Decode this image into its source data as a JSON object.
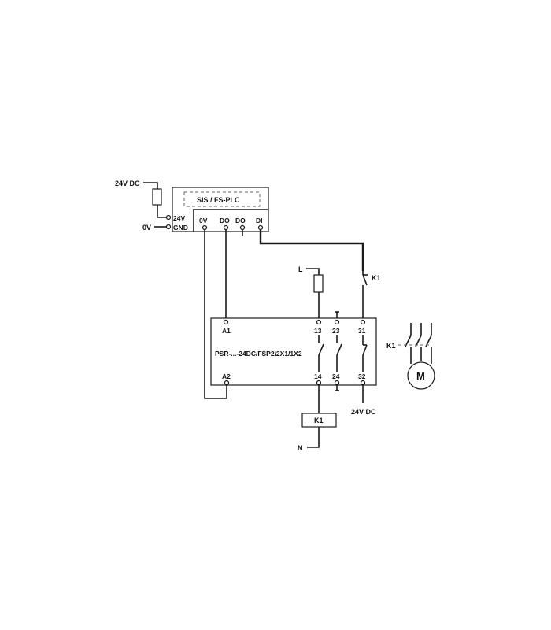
{
  "labels": {
    "supply_24v_dc": "24V DC",
    "supply_0v": "0V",
    "plc_title": "SIS / FS-PLC",
    "plc_24v": "24V",
    "plc_gnd": "GND",
    "plc_0v": "0V",
    "plc_do1": "DO",
    "plc_do2": "DO",
    "plc_di": "DI",
    "line_L": "L",
    "line_N": "N",
    "k1_contact_top": "K1",
    "relay_model": "PSR-...-24DC/FSP2/2X1/1X2",
    "term_a1": "A1",
    "term_a2": "A2",
    "term_13": "13",
    "term_14": "14",
    "term_23": "23",
    "term_24": "24",
    "term_31": "31",
    "term_32": "32",
    "supply_bottom": "24V DC",
    "k1_coil": "K1",
    "k1_motor_contact": "K1",
    "motor": "M"
  }
}
